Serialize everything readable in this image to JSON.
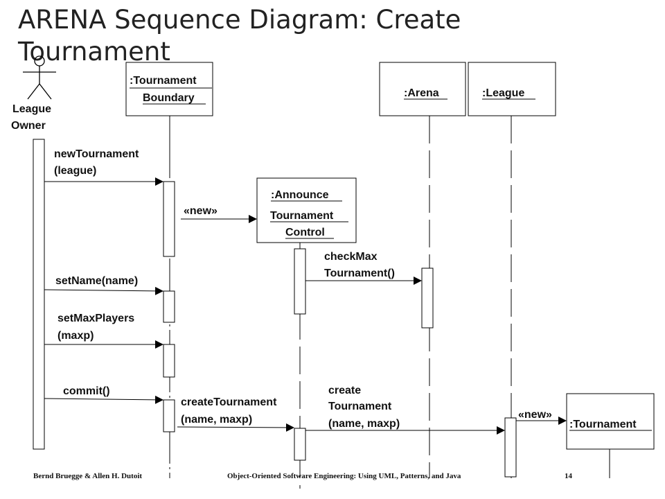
{
  "title": "ARENA Sequence Diagram: Create Tournament",
  "actor": {
    "line1": "League",
    "line2": "Owner"
  },
  "objects": {
    "boundary": {
      "line1": ":Tournament",
      "line2": "Boundary"
    },
    "arena": ":Arena",
    "league": ":League",
    "control": {
      "line1": ":Announce",
      "line2": "Tournament",
      "line3": "Control"
    },
    "tournament": ":Tournament"
  },
  "messages": {
    "new_tournament": {
      "line1": "newTournament",
      "line2": "(league)"
    },
    "new_control": "«new»",
    "check_max": {
      "line1": "checkMax",
      "line2": "Tournament()"
    },
    "set_name": "setName(name)",
    "set_max_players": {
      "line1": "setMaxPlayers",
      "line2": "(maxp)"
    },
    "commit": "commit()",
    "create_tournament_ctrl": {
      "line1": "createTournament",
      "line2": "(name, maxp)"
    },
    "create_tournament_league": {
      "line1": "create",
      "line2": "Tournament",
      "line3": "(name, maxp)"
    },
    "new_tournament_obj": "«new»"
  },
  "footer": {
    "authors": "Bernd Bruegge & Allen H. Dutoit",
    "book": "Object-Oriented Software Engineering: Using UML, Patterns, and Java",
    "page": "14"
  }
}
